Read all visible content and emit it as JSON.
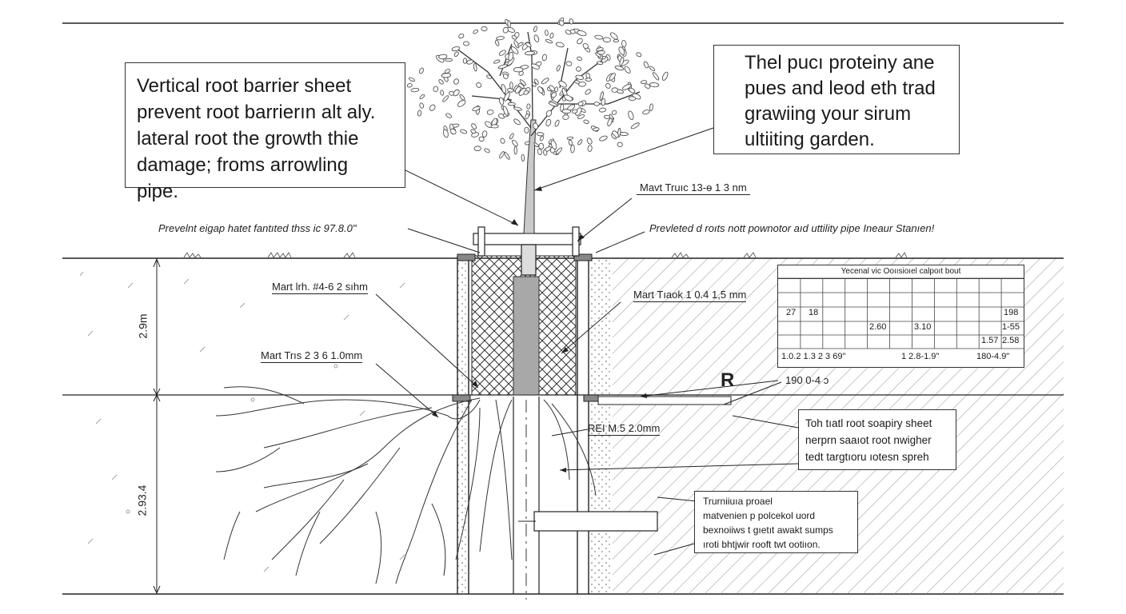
{
  "callouts": {
    "left_box": [
      "Vertical root barrier sheet",
      "prevent root barrierın alt aly.",
      "lateral root the growth thie",
      "damage; froms arrowling pipe."
    ],
    "right_box": [
      "Thel pucı proteiny ane",
      "pues and leod eth trad",
      "grawiing your sirum",
      "ultiiting garden."
    ],
    "lower_right_box": [
      "Toh tıatl root soapiry sheet",
      "nerprn saaıot root nwigher",
      "tedt targtıoru ıotesn spreh"
    ],
    "bottom_box": [
      "Trurniiuıa proael",
      "matvenien p polcekol uord",
      "bexnoiiws t gıetıt awakt sumps",
      "ıroti bhtjwir rooft twt ootiıon."
    ]
  },
  "labels": {
    "top_trunk": "Mavt Truıc 13-ɵ 1 3 nm",
    "prevent_left": "Prevelnt eigap hatet fantıted thss ic 97.8.0\"",
    "prevent_right": "Prevleted d roıts nott pownotor aıd uttility pipe Ineaur Stanıen!",
    "mart1": "Mart lrh. #4-6 2 sıhm",
    "mart2": "Mart Trıs 2 3 6 1.0mm",
    "mart3": "Mart Tıaok 1 0.4 1,5 mm",
    "rei": "REI M.5 2.0mm",
    "marker_r": "R",
    "level_190": "190 0-4 ɔ",
    "dim_upper": "2.9m",
    "dim_lower": "2.93.4"
  },
  "table": {
    "title": "Yecenal vic Ooıısioıel calpoıt bout",
    "cells": [
      "27",
      "18",
      "198",
      "2.60",
      "3.10",
      "1-55",
      "1.57",
      "2.58",
      "1.0.2 1.3 2 3 69\"",
      "1 2.8-1.9\"",
      "180-4.9\""
    ]
  }
}
